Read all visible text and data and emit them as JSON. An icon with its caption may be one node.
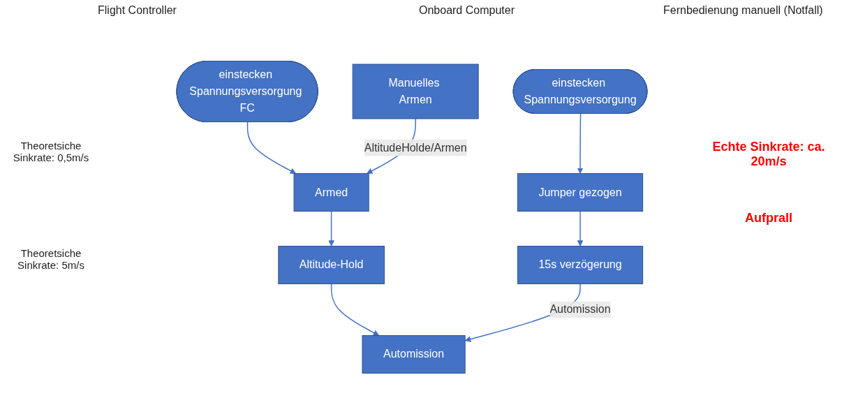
{
  "diagram": {
    "nodes": [
      {
        "text": [
          "einstecken Spannungsversorgung FC"
        ]
      },
      {
        "text": [
          "einstecken Spannungsversorgung"
        ]
      },
      {
        "text": [
          "Manuelles Armen"
        ]
      },
      {
        "text": [
          "Armed"
        ]
      },
      {
        "text": [
          "Jumper gezogen"
        ]
      },
      {
        "text": [
          "Altitude-Hold"
        ]
      },
      {
        "text": [
          "15s verzögerung"
        ]
      },
      {
        "text": [
          "Automission"
        ]
      }
    ],
    "edges": [
      {
        "from": 0,
        "to": 3,
        "arrow": "to"
      },
      {
        "from": 1,
        "to": 4,
        "arrow": "to"
      },
      {
        "from": 2,
        "to": 3,
        "arrow": "to",
        "label": "AltitudeHolde/Armen"
      },
      {
        "from": 3,
        "to": 5,
        "arrow": "to"
      },
      {
        "from": 4,
        "to": 6,
        "arrow": "to"
      },
      {
        "from": 5,
        "to": 7,
        "arrow": "to"
      },
      {
        "from": 6,
        "to": 7,
        "arrow": "to",
        "label": "Automission"
      }
    ],
    "labels": [
      "Flight Controller",
      "Onboard Computer",
      "Fernbedienung manuell (Notfall)",
      "Theoretsiche Sinkrate: 0,5m/s",
      "Echte Sinkrate: ca. 20m/s",
      "Aufprall",
      "Theoretsiche Sinkrate: 5m/s"
    ]
  }
}
